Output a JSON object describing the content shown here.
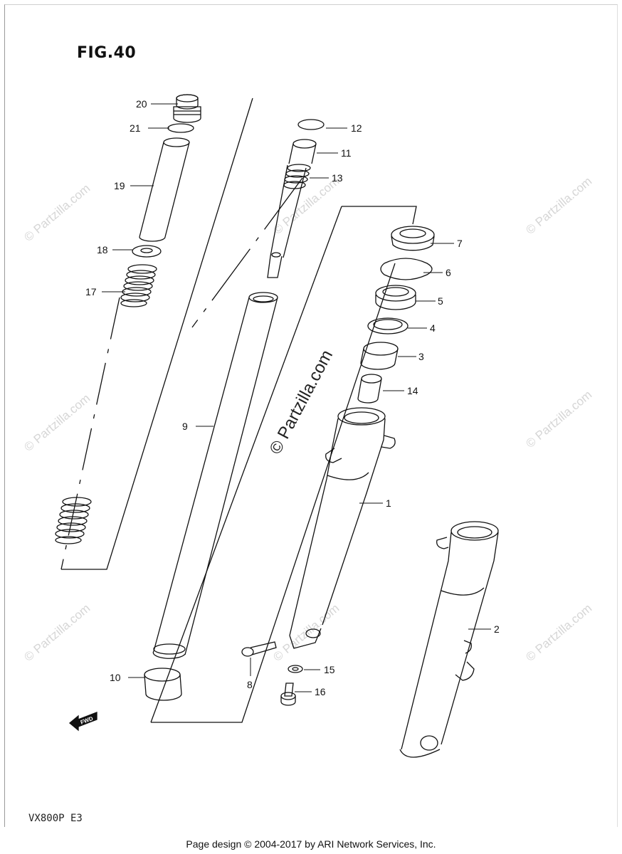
{
  "figure": {
    "title": "FIG.40",
    "model": "VX800P  E3"
  },
  "footer": {
    "credit": "Page design © 2004-2017 by ARI Network Services, Inc."
  },
  "watermark": {
    "center_text": "© Partzilla.com",
    "repeat_text": "© Partzilla.com"
  },
  "fwd_arrow": {
    "label": "FWD"
  },
  "callouts": [
    {
      "id": "1",
      "label": "1"
    },
    {
      "id": "2",
      "label": "2"
    },
    {
      "id": "3",
      "label": "3"
    },
    {
      "id": "4",
      "label": "4"
    },
    {
      "id": "5",
      "label": "5"
    },
    {
      "id": "6",
      "label": "6"
    },
    {
      "id": "7",
      "label": "7"
    },
    {
      "id": "8",
      "label": "8"
    },
    {
      "id": "9",
      "label": "9"
    },
    {
      "id": "10",
      "label": "10"
    },
    {
      "id": "11",
      "label": "11"
    },
    {
      "id": "12",
      "label": "12"
    },
    {
      "id": "13",
      "label": "13"
    },
    {
      "id": "14",
      "label": "14"
    },
    {
      "id": "15",
      "label": "15"
    },
    {
      "id": "16",
      "label": "16"
    },
    {
      "id": "17",
      "label": "17"
    },
    {
      "id": "18",
      "label": "18"
    },
    {
      "id": "19",
      "label": "19"
    },
    {
      "id": "20",
      "label": "20"
    },
    {
      "id": "21",
      "label": "21"
    }
  ]
}
